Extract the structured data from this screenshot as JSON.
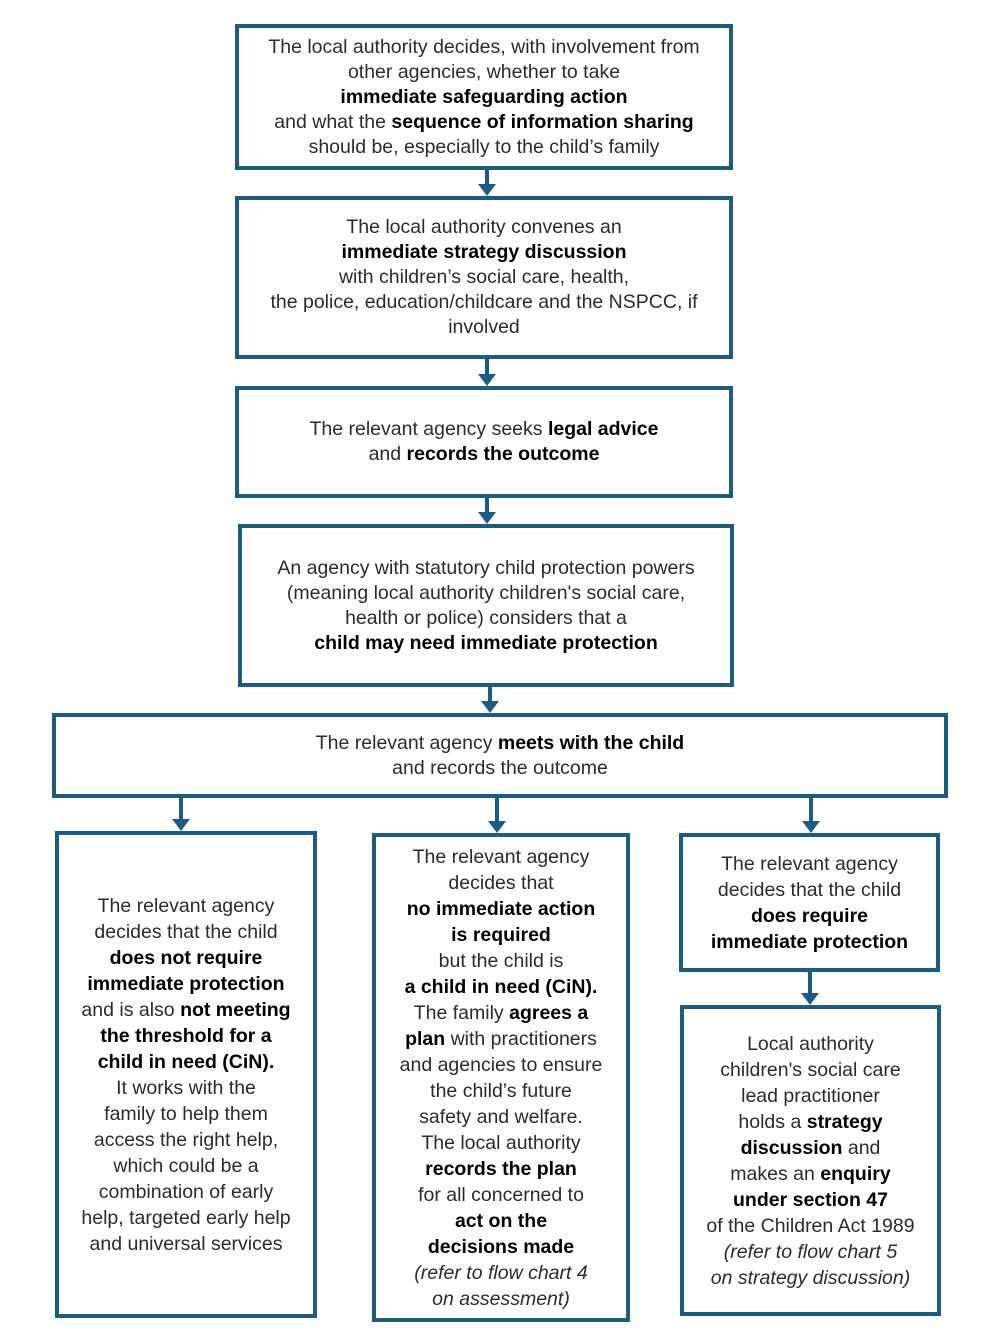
{
  "colors": {
    "accent": "#1e5c7f",
    "text": "#2b2b2b",
    "bold_text": "#000000",
    "background": "#ffffff"
  },
  "flowchart": {
    "safeguarding_decision": {
      "lines": [
        [
          {
            "t": "The local authority decides, with involvement from"
          }
        ],
        [
          {
            "t": "other agencies, whether to take"
          }
        ],
        [
          {
            "t": "immediate safeguarding action",
            "b": true
          }
        ],
        [
          {
            "t": "and what the "
          },
          {
            "t": "sequence of information sharing",
            "b": true
          }
        ],
        [
          {
            "t": "should be, especially to the child’s family"
          }
        ]
      ]
    },
    "strategy_discussion": {
      "lines": [
        [
          {
            "t": "The local authority convenes an"
          }
        ],
        [
          {
            "t": "immediate strategy discussion",
            "b": true
          }
        ],
        [
          {
            "t": "with children’s social care, health,"
          }
        ],
        [
          {
            "t": "the police, education/childcare and the NSPCC, if"
          }
        ],
        [
          {
            "t": "involved"
          }
        ]
      ]
    },
    "legal_advice": {
      "lines": [
        [
          {
            "t": "The relevant agency seeks "
          },
          {
            "t": "legal advice",
            "b": true
          }
        ],
        [
          {
            "t": "and "
          },
          {
            "t": "records the outcome",
            "b": true
          }
        ]
      ]
    },
    "statutory_powers": {
      "lines": [
        [
          {
            "t": "An agency with statutory child protection powers"
          }
        ],
        [
          {
            "t": "(meaning local authority children's social care,"
          }
        ],
        [
          {
            "t": "health or police) considers that a"
          }
        ],
        [
          {
            "t": "child may need immediate protection",
            "b": true
          }
        ]
      ]
    },
    "meets_child": {
      "lines": [
        [
          {
            "t": "The relevant agency "
          },
          {
            "t": "meets with the child",
            "b": true
          }
        ],
        [
          {
            "t": "and records the outcome"
          }
        ]
      ]
    },
    "branch_no_protection_no_cin": {
      "lines": [
        [
          {
            "t": "The relevant agency"
          }
        ],
        [
          {
            "t": "decides that the child"
          }
        ],
        [
          {
            "t": "does not require",
            "b": true
          }
        ],
        [
          {
            "t": "immediate protection",
            "b": true
          }
        ],
        [
          {
            "t": "and is also "
          },
          {
            "t": "not meeting",
            "b": true
          }
        ],
        [
          {
            "t": "the threshold for a",
            "b": true
          }
        ],
        [
          {
            "t": "child in need (CiN).",
            "b": true
          }
        ],
        [
          {
            "t": "It works with the"
          }
        ],
        [
          {
            "t": "family to help them"
          }
        ],
        [
          {
            "t": "access the right help,"
          }
        ],
        [
          {
            "t": "which could be a"
          }
        ],
        [
          {
            "t": "combination of early"
          }
        ],
        [
          {
            "t": "help, targeted early help"
          }
        ],
        [
          {
            "t": "and universal services"
          }
        ]
      ]
    },
    "branch_cin_plan": {
      "lines": [
        [
          {
            "t": "The relevant agency"
          }
        ],
        [
          {
            "t": "decides that"
          }
        ],
        [
          {
            "t": "no immediate action",
            "b": true
          }
        ],
        [
          {
            "t": "is required",
            "b": true
          }
        ],
        [
          {
            "t": "but the child is"
          }
        ],
        [
          {
            "t": "a child in need (CiN).",
            "b": true
          }
        ],
        [
          {
            "t": "The family "
          },
          {
            "t": "agrees a",
            "b": true
          }
        ],
        [
          {
            "t": "plan",
            "b": true
          },
          {
            "t": " with practitioners"
          }
        ],
        [
          {
            "t": "and agencies to ensure"
          }
        ],
        [
          {
            "t": "the child’s future"
          }
        ],
        [
          {
            "t": "safety and welfare."
          }
        ],
        [
          {
            "t": "The local authority"
          }
        ],
        [
          {
            "t": "records the plan",
            "b": true
          }
        ],
        [
          {
            "t": "for all concerned to"
          }
        ],
        [
          {
            "t": "act on the",
            "b": true
          }
        ],
        [
          {
            "t": "decisions made",
            "b": true
          }
        ],
        [
          {
            "t": "(refer to flow chart 4",
            "i": true
          }
        ],
        [
          {
            "t": "on assessment)",
            "i": true
          }
        ]
      ]
    },
    "branch_requires_protection": {
      "lines": [
        [
          {
            "t": "The relevant agency"
          }
        ],
        [
          {
            "t": "decides that the child"
          }
        ],
        [
          {
            "t": "does require",
            "b": true
          }
        ],
        [
          {
            "t": "immediate protection",
            "b": true
          }
        ]
      ]
    },
    "section47_enquiry": {
      "lines": [
        [
          {
            "t": "Local authority"
          }
        ],
        [
          {
            "t": "children's social care"
          }
        ],
        [
          {
            "t": "lead practitioner"
          }
        ],
        [
          {
            "t": "holds a "
          },
          {
            "t": "strategy",
            "b": true
          }
        ],
        [
          {
            "t": "discussion",
            "b": true
          },
          {
            "t": " and"
          }
        ],
        [
          {
            "t": "makes an "
          },
          {
            "t": "enquiry",
            "b": true
          }
        ],
        [
          {
            "t": "under section 47",
            "b": true
          }
        ],
        [
          {
            "t": "of the Children Act 1989"
          }
        ],
        [
          {
            "t": "(refer to flow chart 5",
            "i": true
          }
        ],
        [
          {
            "t": "on strategy discussion)",
            "i": true
          }
        ]
      ]
    }
  }
}
